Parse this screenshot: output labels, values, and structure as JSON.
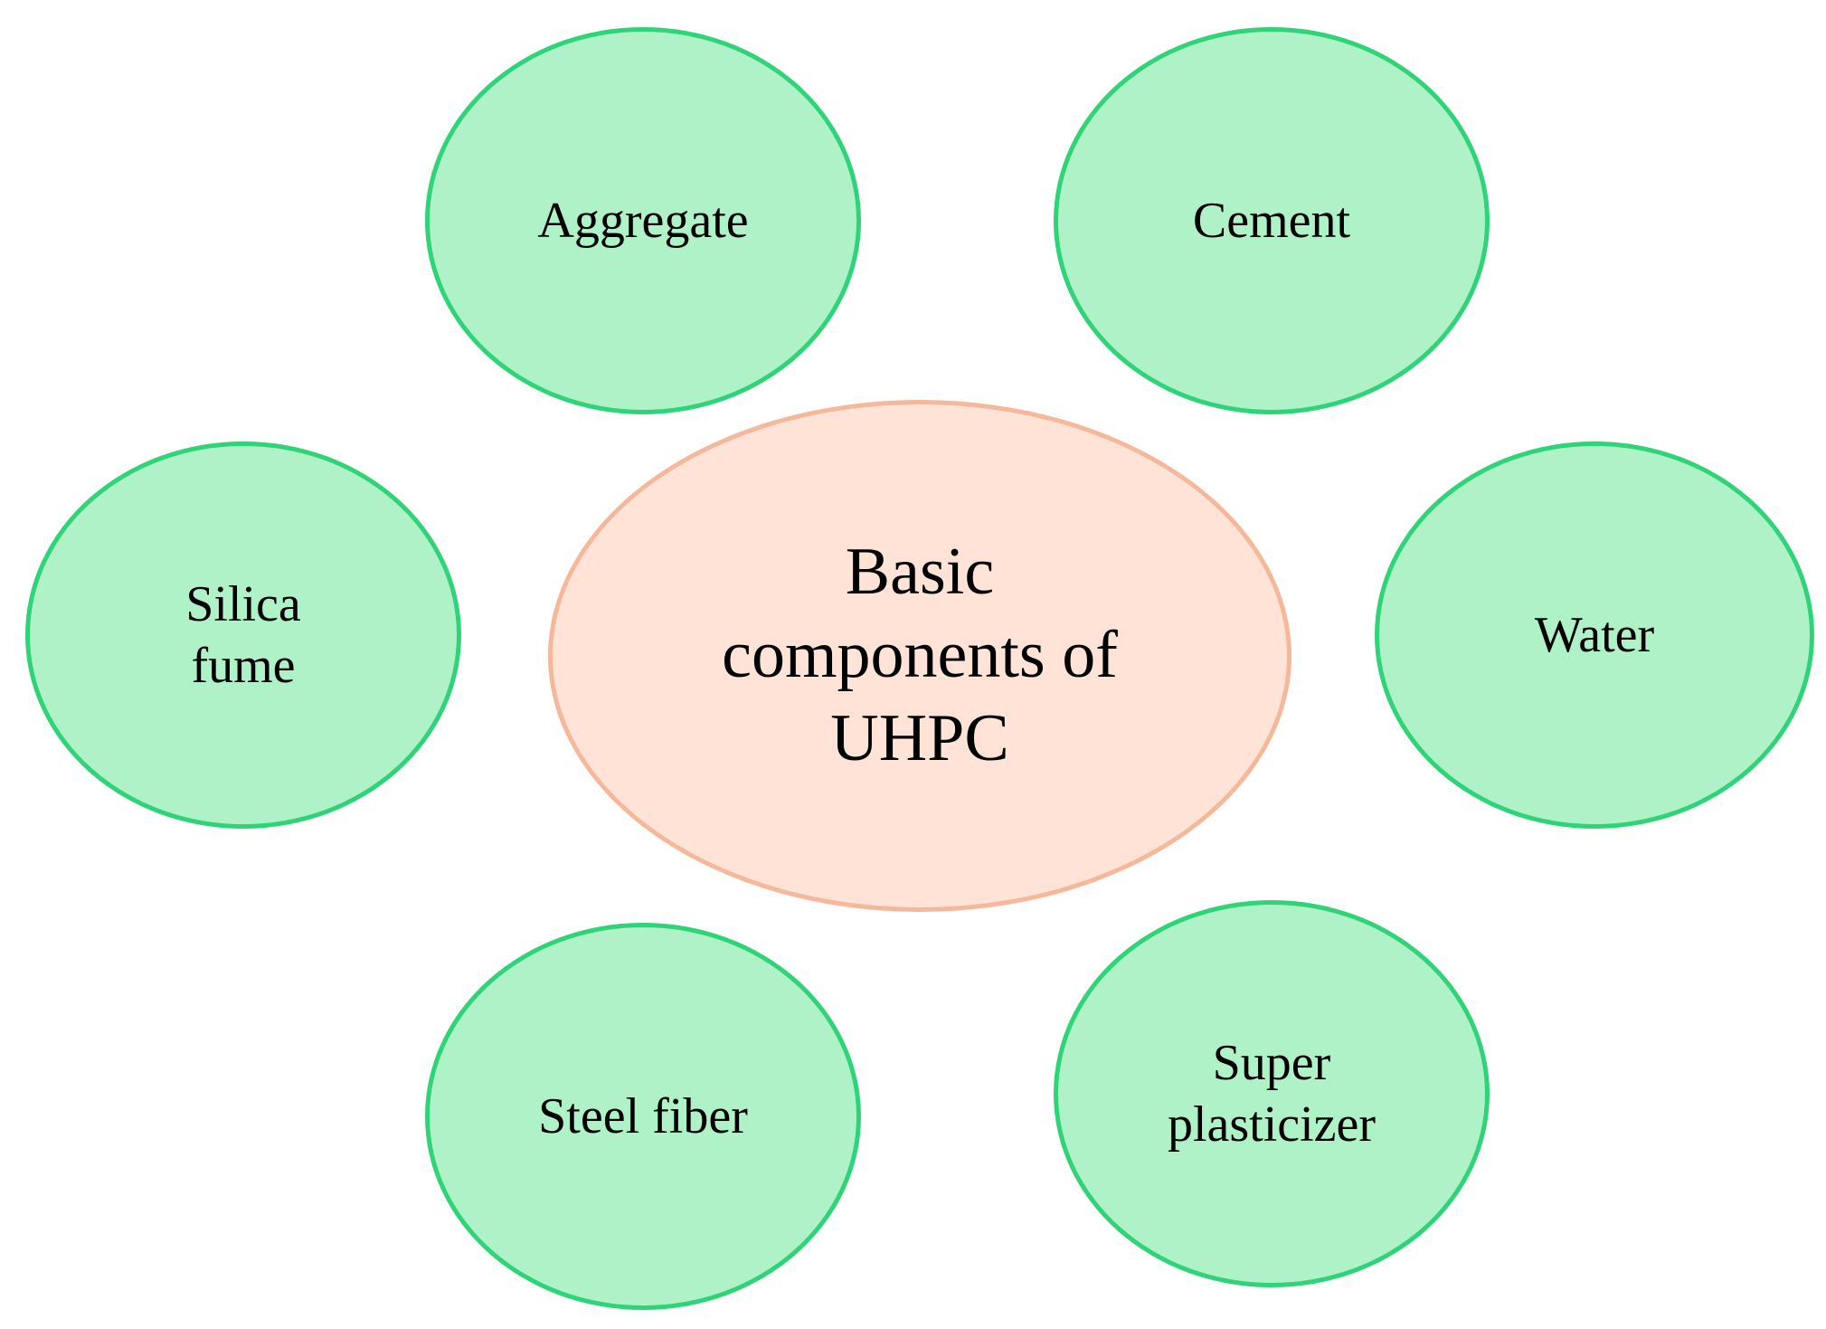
{
  "diagram": {
    "center": {
      "lines": [
        "Basic",
        "components of",
        "UHPC"
      ]
    },
    "components": [
      {
        "id": "aggregate",
        "lines": [
          "Aggregate"
        ]
      },
      {
        "id": "cement",
        "lines": [
          "Cement"
        ]
      },
      {
        "id": "silica-fume",
        "lines": [
          "Silica",
          "fume"
        ]
      },
      {
        "id": "water",
        "lines": [
          "Water"
        ]
      },
      {
        "id": "steel-fiber",
        "lines": [
          "Steel fiber"
        ]
      },
      {
        "id": "super-plasticizer",
        "lines": [
          "Super",
          "plasticizer"
        ]
      }
    ],
    "colors": {
      "component_fill": "#b0f2c8",
      "component_border": "#2fd378",
      "center_fill": "#fee3d6",
      "center_border": "#f6b89b",
      "text": "#000000"
    }
  }
}
